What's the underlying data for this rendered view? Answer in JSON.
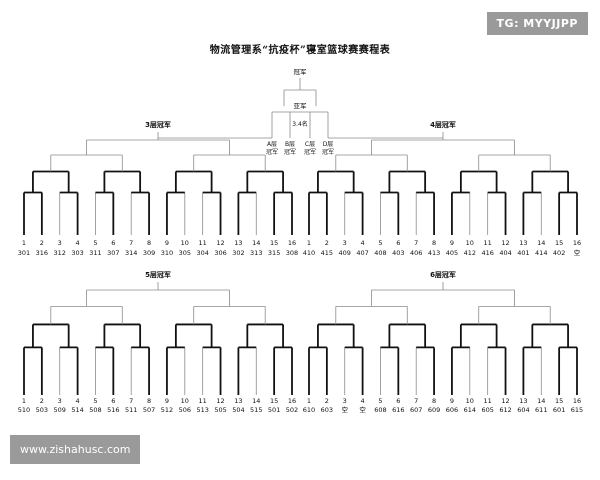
{
  "title": "物流管理系“抗疫杯”寝室篮球赛赛程表",
  "watermark_top": "TG: MYYJJPP",
  "watermark_bottom": "www.zishahusc.com",
  "final": {
    "champion": "冠军",
    "runner_up": "亚军",
    "third_fourth": "3.4名",
    "floor_champions": [
      {
        "lines": [
          "A层",
          "冠军"
        ]
      },
      {
        "lines": [
          "B层",
          "冠军"
        ]
      },
      {
        "lines": [
          "C层",
          "冠军"
        ]
      },
      {
        "lines": [
          "D层",
          "冠军"
        ]
      }
    ]
  },
  "brackets": [
    {
      "label": "3层冠军",
      "seeds": [
        "1",
        "2",
        "3",
        "4",
        "5",
        "6",
        "7",
        "8",
        "9",
        "10",
        "11",
        "12",
        "13",
        "14",
        "15",
        "16"
      ],
      "rooms": [
        "301",
        "316",
        "312",
        "303",
        "311",
        "307",
        "314",
        "309",
        "310",
        "305",
        "304",
        "306",
        "302",
        "313",
        "315",
        "308"
      ]
    },
    {
      "label": "4层冠军",
      "seeds": [
        "1",
        "2",
        "3",
        "4",
        "5",
        "6",
        "7",
        "8",
        "9",
        "10",
        "11",
        "12",
        "13",
        "14",
        "15",
        "16"
      ],
      "rooms": [
        "410",
        "415",
        "409",
        "407",
        "408",
        "403",
        "406",
        "413",
        "405",
        "412",
        "416",
        "404",
        "401",
        "414",
        "402",
        "空"
      ]
    },
    {
      "label": "5层冠军",
      "seeds": [
        "1",
        "2",
        "3",
        "4",
        "5",
        "6",
        "7",
        "8",
        "9",
        "10",
        "11",
        "12",
        "13",
        "14",
        "15",
        "16"
      ],
      "rooms": [
        "510",
        "503",
        "509",
        "514",
        "508",
        "516",
        "511",
        "507",
        "512",
        "506",
        "513",
        "505",
        "504",
        "515",
        "501",
        "502"
      ]
    },
    {
      "label": "6层冠军",
      "seeds": [
        "1",
        "2",
        "3",
        "4",
        "5",
        "6",
        "7",
        "8",
        "9",
        "10",
        "11",
        "12",
        "13",
        "14",
        "15",
        "16"
      ],
      "rooms": [
        "610",
        "603",
        "空",
        "空",
        "608",
        "616",
        "607",
        "609",
        "606",
        "614",
        "605",
        "612",
        "604",
        "611",
        "601",
        "615"
      ]
    }
  ]
}
